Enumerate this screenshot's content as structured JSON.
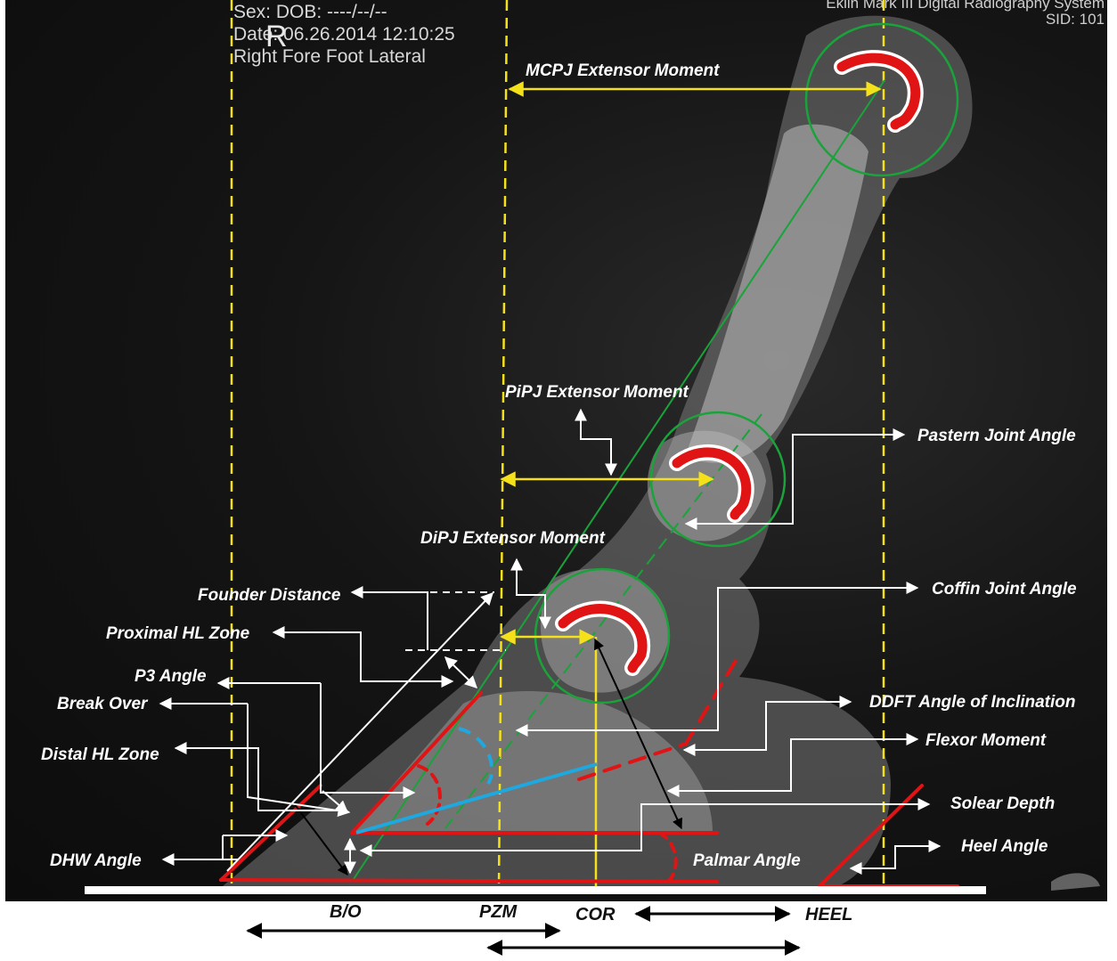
{
  "header": {
    "sex_dob": "Sex:  DOB: ----/--/--",
    "date": "Date: 06.26.2014 12:10:25",
    "view": "Right Fore Foot Lateral",
    "side_marker": "R",
    "system_name": "Eklin Mark III Digital Radiography System",
    "sid": "SID: 101"
  },
  "labels": {
    "mcpj": "MCPJ Extensor Moment",
    "pipj": "PiPJ Extensor Moment",
    "dipj": "DiPJ Extensor Moment",
    "pastern_joint_angle": "Pastern Joint Angle",
    "coffin_joint_angle": "Coffin Joint Angle",
    "founder_distance": "Founder Distance",
    "proximal_hl_zone": "Proximal HL Zone",
    "p3_angle": "P3 Angle",
    "break_over": "Break Over",
    "distal_hl_zone": "Distal HL Zone",
    "dhw_angle": "DHW Angle",
    "ddft_angle": "DDFT Angle of Inclination",
    "flexor_moment": "Flexor Moment",
    "solear_depth": "Solear Depth",
    "heel_angle": "Heel Angle",
    "palmar_angle": "Palmar Angle"
  },
  "axis_labels": {
    "bo": "B/O",
    "pzm": "PZM",
    "cor": "COR",
    "heel": "HEEL"
  },
  "colors": {
    "guide_yellow": "#f5e11a",
    "angle_red": "#e01414",
    "axis_green": "#1aa33a",
    "hl_blue": "#1ea8e0",
    "annotation_white": "#ffffff",
    "moment_yellow": "#f5e11a"
  }
}
